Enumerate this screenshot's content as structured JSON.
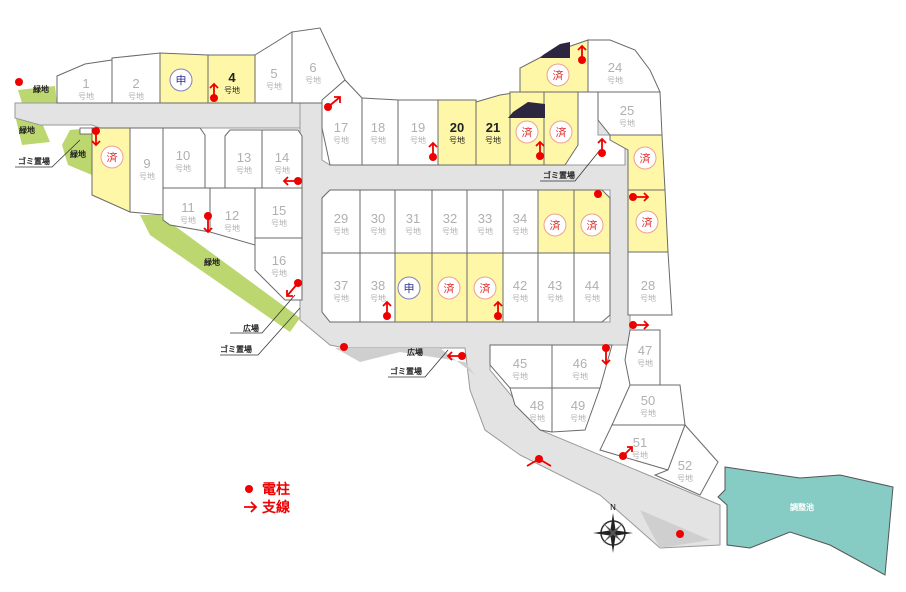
{
  "lot_suffix": "号地",
  "stamps": {
    "sold": "済",
    "applied": "申"
  },
  "lots": [
    {
      "number": "1",
      "status": "available"
    },
    {
      "number": "2",
      "status": "available"
    },
    {
      "number": null,
      "status": "applied"
    },
    {
      "number": "4",
      "status": "highlight"
    },
    {
      "number": "5",
      "status": "available"
    },
    {
      "number": "6",
      "status": "available"
    },
    {
      "number": null,
      "status": "sold"
    },
    {
      "number": null,
      "status": "sold"
    },
    {
      "number": "9",
      "status": "available"
    },
    {
      "number": "10",
      "status": "available"
    },
    {
      "number": "11",
      "status": "available"
    },
    {
      "number": "12",
      "status": "available"
    },
    {
      "number": "13",
      "status": "available"
    },
    {
      "number": "14",
      "status": "available"
    },
    {
      "number": "15",
      "status": "available"
    },
    {
      "number": "16",
      "status": "available"
    },
    {
      "number": "17",
      "status": "available"
    },
    {
      "number": "18",
      "status": "available"
    },
    {
      "number": "19",
      "status": "available"
    },
    {
      "number": "20",
      "status": "highlight"
    },
    {
      "number": "21",
      "status": "highlight"
    },
    {
      "number": null,
      "status": "sold"
    },
    {
      "number": null,
      "status": "sold"
    },
    {
      "number": "24",
      "status": "available"
    },
    {
      "number": "25",
      "status": "available"
    },
    {
      "number": null,
      "status": "sold"
    },
    {
      "number": null,
      "status": "sold"
    },
    {
      "number": "28",
      "status": "available"
    },
    {
      "number": "29",
      "status": "available"
    },
    {
      "number": "30",
      "status": "available"
    },
    {
      "number": "31",
      "status": "available"
    },
    {
      "number": "32",
      "status": "available"
    },
    {
      "number": "33",
      "status": "available"
    },
    {
      "number": "34",
      "status": "available"
    },
    {
      "number": null,
      "status": "sold"
    },
    {
      "number": null,
      "status": "sold"
    },
    {
      "number": "37",
      "status": "available"
    },
    {
      "number": "38",
      "status": "available"
    },
    {
      "number": null,
      "status": "applied"
    },
    {
      "number": null,
      "status": "sold"
    },
    {
      "number": null,
      "status": "sold"
    },
    {
      "number": "42",
      "status": "available"
    },
    {
      "number": "43",
      "status": "available"
    },
    {
      "number": "44",
      "status": "available"
    },
    {
      "number": "45",
      "status": "available"
    },
    {
      "number": "46",
      "status": "available"
    },
    {
      "number": "47",
      "status": "available"
    },
    {
      "number": "48",
      "status": "available"
    },
    {
      "number": "49",
      "status": "available"
    },
    {
      "number": "50",
      "status": "available"
    },
    {
      "number": "51",
      "status": "available"
    },
    {
      "number": "52",
      "status": "available"
    }
  ],
  "labels": {
    "green_area": "緑地",
    "garbage": "ゴミ置場",
    "plaza": "広場",
    "pond": "調整池",
    "north": "N"
  },
  "legend": {
    "pole": "電柱",
    "guy_wire": "支線"
  },
  "colors": {
    "sold_lot": "#fff7a8",
    "green_area": "#bcd770",
    "pond": "#86ccc4",
    "road": "#e3e3e3",
    "pole": "#ee0000"
  }
}
